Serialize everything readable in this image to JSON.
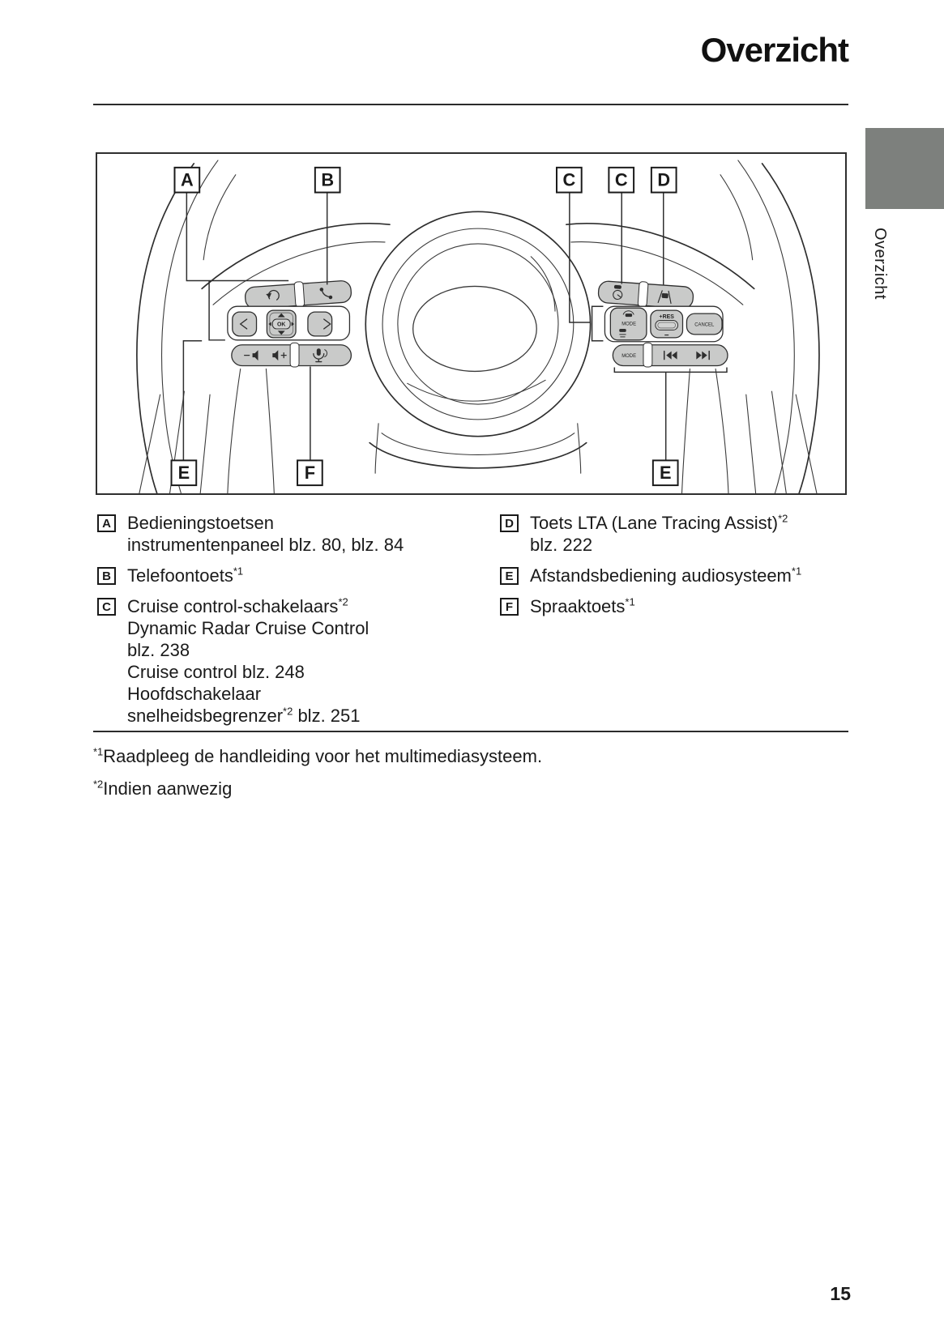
{
  "header": {
    "title": "Overzicht"
  },
  "sidebar": {
    "chapter_label": "Overzicht"
  },
  "diagram": {
    "callouts_top": [
      "A",
      "B",
      "C",
      "C",
      "D"
    ],
    "callouts_bottom": [
      "E",
      "F",
      "E"
    ],
    "button_labels": {
      "ok": "OK",
      "mode_cruise": "MODE",
      "res": "+RES",
      "set_minus": "−",
      "cancel": "CANCEL",
      "mode_audio": "MODE"
    },
    "icons": [
      "back-icon",
      "phone-icon",
      "volume-down-icon",
      "volume-up-icon",
      "voice-icon",
      "cruise-speed-icon",
      "lane-tracing-icon",
      "radar-mode-icon",
      "distance-icon",
      "previous-track-icon",
      "next-track-icon"
    ]
  },
  "legend": {
    "left": [
      {
        "key": "A",
        "lines": [
          "Bedieningstoetsen",
          "instrumentenpaneel blz. 80, blz. 84"
        ]
      },
      {
        "key": "B",
        "lines": [
          "Telefoontoets*1"
        ]
      },
      {
        "key": "C",
        "lines": [
          "Cruise control-schakelaars*2",
          "Dynamic Radar Cruise Control",
          "blz. 238",
          "Cruise control blz. 248",
          "Hoofdschakelaar",
          "snelheidsbegrenzer*2 blz. 251"
        ]
      }
    ],
    "right": [
      {
        "key": "D",
        "lines": [
          "Toets LTA (Lane Tracing Assist)*2",
          "blz. 222"
        ]
      },
      {
        "key": "E",
        "lines": [
          "Afstandsbediening audiosysteem*1"
        ]
      },
      {
        "key": "F",
        "lines": [
          "Spraaktoets*1"
        ]
      }
    ]
  },
  "footnotes": [
    {
      "marker": "*1",
      "text": "Raadpleeg de handleiding voor het multimediasysteem."
    },
    {
      "marker": "*2",
      "text": "Indien aanwezig"
    }
  ],
  "footer": {
    "page_number": "15"
  },
  "colors": {
    "text": "#1a1a1a",
    "line": "#2e2e2e",
    "button_fill": "#c9cac9",
    "tab_gray": "#7d807d"
  }
}
